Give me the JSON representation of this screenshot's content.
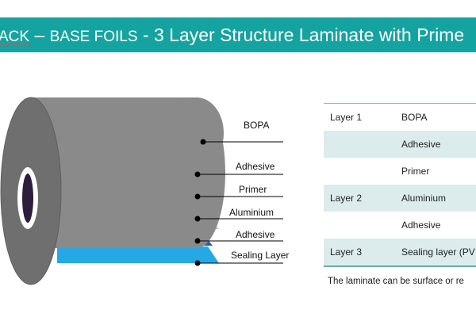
{
  "title": {
    "part1": "ACK",
    "dash": " – ",
    "part2": "BASE FOILS",
    "part3": " - 3 Layer Structure Laminate with Prime"
  },
  "diagram": {
    "labels": [
      "BOPA",
      "Adhesive",
      "Primer",
      "Aluminium",
      "Adhesive",
      "Sealing Layer"
    ],
    "colors": {
      "roll": "#8a8a8a",
      "roll_dark": "#6f6f6f",
      "adhesive_yellow": "#f5c023",
      "primer_pink": "#e8717f",
      "aluminium_grey": "#c6c6c6",
      "adhesive_blue": "#2a5ea8",
      "sealing_cyan": "#27a8e6",
      "core": "#2b1f3d"
    }
  },
  "table": {
    "rows": [
      {
        "layer": "Layer 1",
        "material": "BOPA"
      },
      {
        "layer": "",
        "material": "Adhesive"
      },
      {
        "layer": "",
        "material": "Primer"
      },
      {
        "layer": "Layer 2",
        "material": "Aluminium"
      },
      {
        "layer": "",
        "material": "Adhesive"
      },
      {
        "layer": "Layer 3",
        "material": "Sealing layer (PV"
      }
    ]
  },
  "note": "The laminate can be surface or re"
}
